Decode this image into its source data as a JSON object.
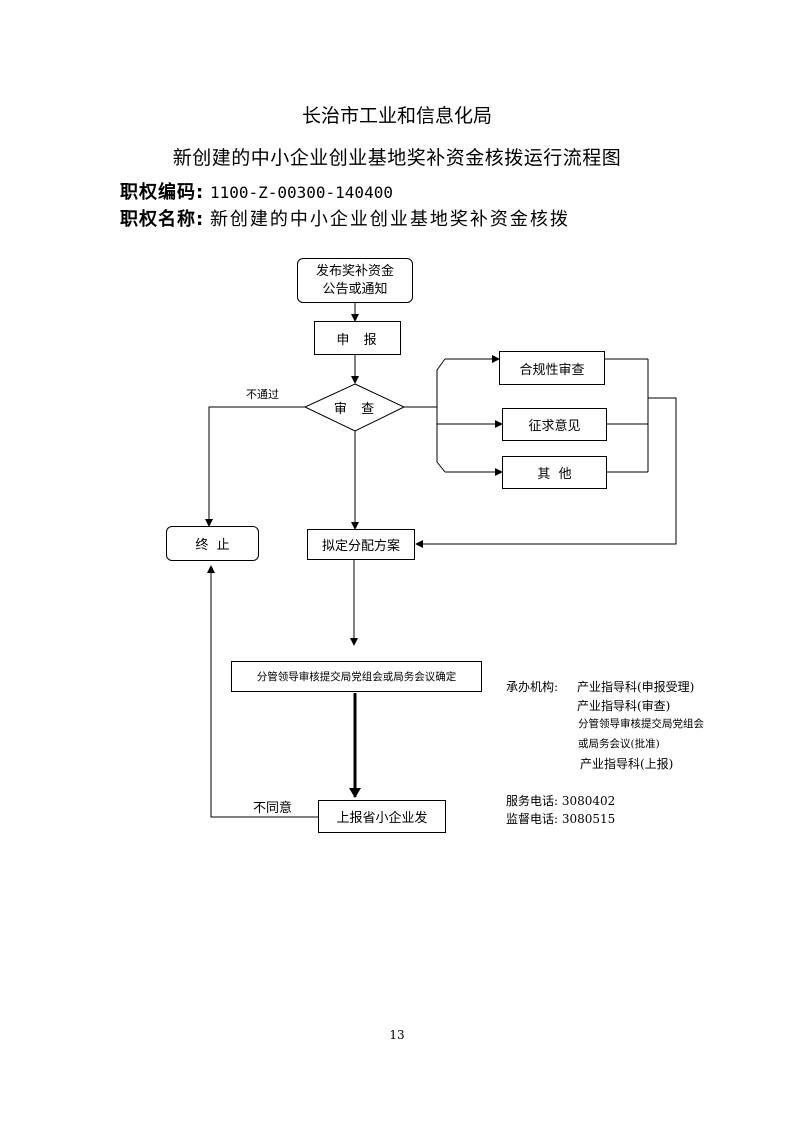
{
  "header": {
    "org": "长治市工业和信息化局",
    "title": "新创建的中小企业创业基地奖补资金核拨运行流程图",
    "code_key": "职权编码:",
    "code_value": "1100-Z-00300-140400",
    "name_key": "职权名称:",
    "name_value": "新创建的中小企业创业基地奖补资金核拨"
  },
  "flow": {
    "start_line1": "发布奖补资金",
    "start_line2": "公告或通知",
    "apply": "申  报",
    "review": "审  查",
    "reject_label": "不通过",
    "compliance": "合规性审查",
    "opinions": "征求意见",
    "other": "其  他",
    "terminate": "终  止",
    "plan": "拟定分配方案",
    "leader_review": "分管领导审核提交局党组会或局务会议确定",
    "disagree_label": "不同意",
    "report": "上报省小企业发"
  },
  "info": {
    "dept_key": "承办机构:",
    "dept_1": "产业指导科(申报受理)",
    "dept_2": "产业指导科(审查)",
    "dept_3a": "分管领导审核提交局党组会",
    "dept_3b": "或局务会议(批准)",
    "dept_4": "产业指导科(上报)",
    "service_key": "服务电话:",
    "service_value": "3080402",
    "supervise_key": "监督电话:",
    "supervise_value": "3080515"
  },
  "page_number": "13"
}
